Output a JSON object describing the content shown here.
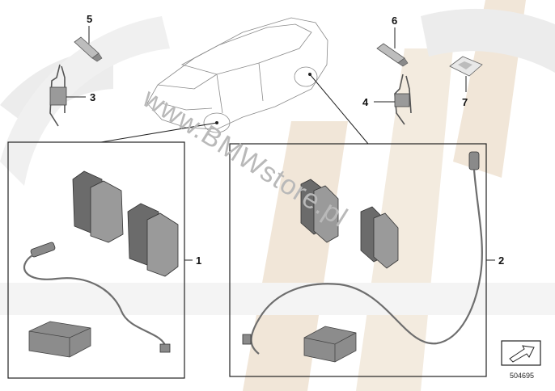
{
  "callouts": {
    "c1": "1",
    "c2": "2",
    "c3": "3",
    "c4": "4",
    "c5": "5",
    "c6": "6",
    "c7": "7"
  },
  "diagram_id": "504695",
  "watermark": "www.BMWstore.pl",
  "colors": {
    "watermark_arc": "#f1e6d8",
    "watermark_grey": "#ececec",
    "line": "#222222",
    "part_dark": "#6b6b6b",
    "part_light": "#9a9a9a"
  }
}
